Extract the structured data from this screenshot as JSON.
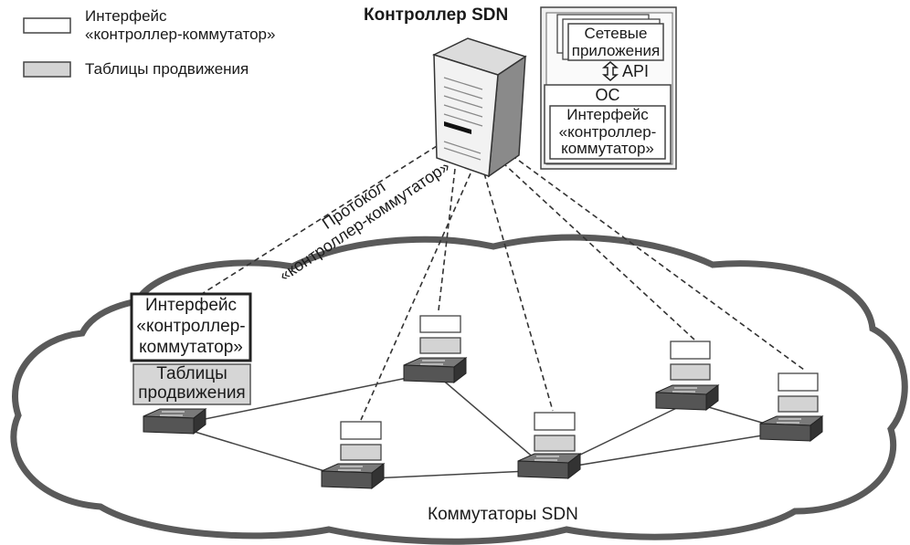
{
  "legend": {
    "interface_label": "Интерфейс\n«контроллер-коммутатор»",
    "tables_label": "Таблицы продвижения"
  },
  "controller": {
    "title": "Контроллер SDN",
    "apps_label": "Сетевые\nприложения",
    "api_label": "API",
    "os_label": "ОС",
    "os_interface_label": "Интерфейс\n«контроллер-\nкоммутатор»"
  },
  "protocol_label": "Протокол\n«контроллер-коммутатор»",
  "detail": {
    "interface_label": "Интерфейс\n«контроллер-\nкоммутатор»",
    "tables_label": "Таблицы\nпродвижения"
  },
  "switches_label": "Коммутаторы SDN",
  "colors": {
    "forwarding_table": "#d3d3d3",
    "switch": "#555555",
    "background": "#ffffff"
  }
}
